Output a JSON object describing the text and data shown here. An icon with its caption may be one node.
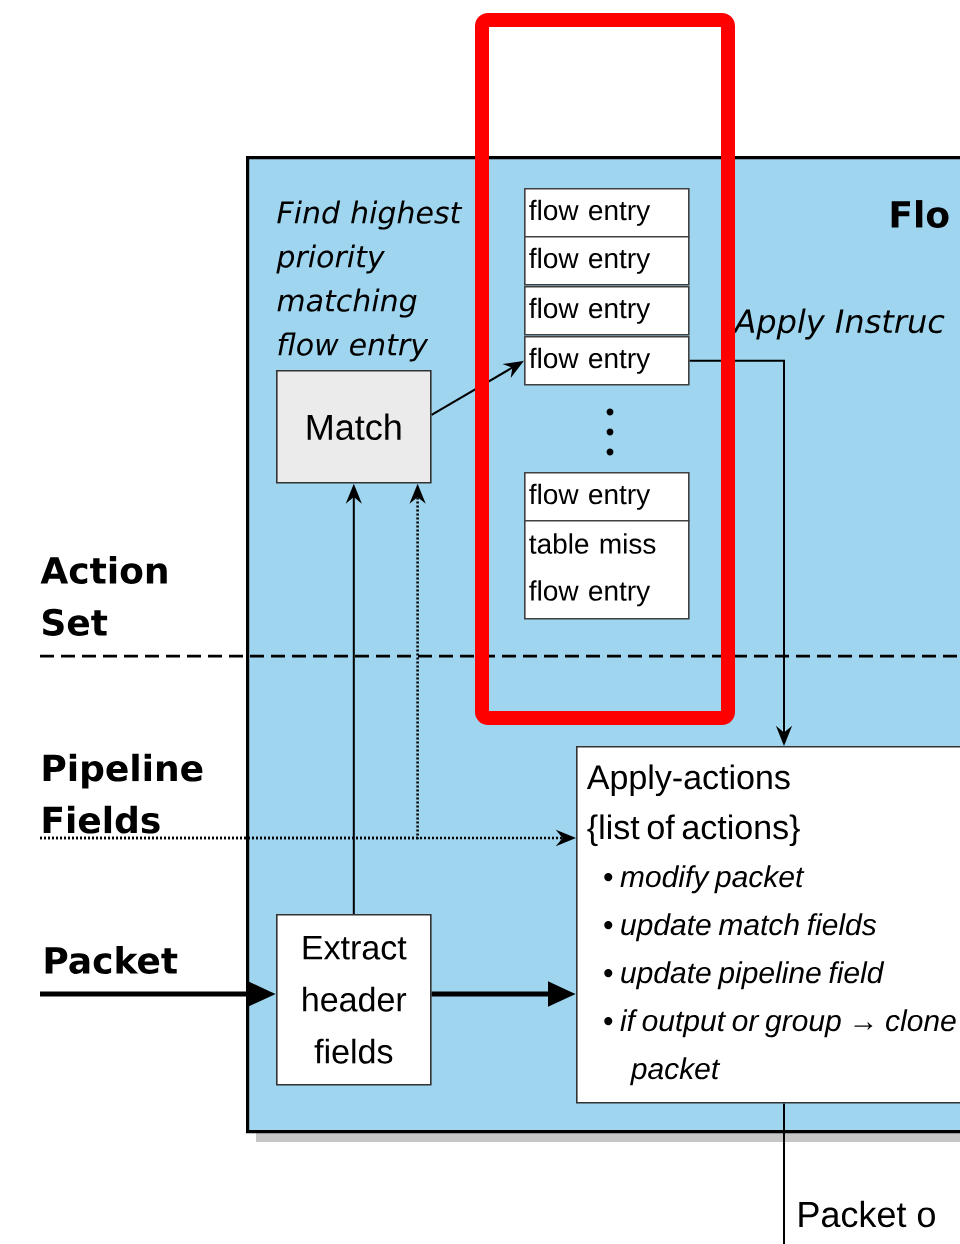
{
  "diagram": {
    "nodes": [
      {
        "text": [
          "Flo"
        ]
      },
      {
        "text": [
          "Match"
        ],
        "in": 0,
        "beside": [
          "Find highest priority matching flow entry"
        ]
      },
      {
        "text": [
          "flow entry"
        ],
        "in": 0
      },
      {
        "text": [
          "flow entry"
        ],
        "in": 0
      },
      {
        "text": [
          "flow entry"
        ],
        "in": 0
      },
      {
        "text": [
          "flow entry"
        ],
        "in": 0
      },
      {
        "text": [
          "flow entry"
        ],
        "in": 0
      },
      {
        "text": [
          "table miss flow entry"
        ],
        "in": 0
      },
      {
        "text": [
          "Extract header fields"
        ],
        "in": 0
      },
      {
        "text": [
          "Apply-actions",
          "{list of actions}",
          "• modify packet",
          "• update match fields",
          "• update pipeline field",
          "• if output or group → clone packet"
        ],
        "in": 0
      },
      {
        "text": [
          "Packet o"
        ]
      },
      {
        "text": [
          "Pipeline Fields"
        ]
      }
    ],
    "edges": [
      {
        "from": 8,
        "to": 1,
        "arrow": "to"
      },
      {
        "from": 11,
        "to": 1,
        "arrow": "to",
        "style": "dashed"
      },
      {
        "from": 11,
        "to": 9,
        "arrow": "to",
        "style": "dashed"
      },
      {
        "from": 1,
        "to": 5,
        "arrow": "to"
      },
      {
        "from": 5,
        "to": 9,
        "arrow": "to",
        "label": "Apply Instruc"
      },
      {
        "from": null,
        "to": 8,
        "arrow": "to",
        "style": "thick",
        "label": "Packet"
      },
      {
        "from": 8,
        "to": 9,
        "arrow": "to",
        "style": "thick"
      },
      {
        "from": 9,
        "to": 10,
        "arrow": "none"
      }
    ],
    "labels": [
      "Action Set"
    ]
  }
}
